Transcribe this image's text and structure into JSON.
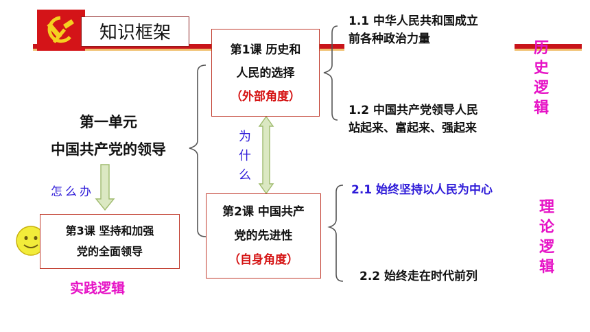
{
  "header": {
    "title": "知识框架"
  },
  "unit": {
    "line1": "第一单元",
    "line2": "中国共产党的领导"
  },
  "lesson1": {
    "line1": "第1课  历史和",
    "line2": "人民的选择",
    "angle": "（外部角度）"
  },
  "lesson2": {
    "line1": "第2课 中国共产",
    "line2": "党的先进性",
    "angle": "（自身角度）"
  },
  "lesson3": {
    "line1": "第3课 坚持和加强",
    "line2": "党的全面领导"
  },
  "topics": {
    "t11_line1": "1.1 中华人民共和国成立",
    "t11_line2": "前各种政治力量",
    "t12_line1": "1.2 中国共产党领导人民",
    "t12_line2": "站起来、富起来、强起来",
    "t21": "2.1 始终坚持以人民为中心",
    "t22": "2.2 始终走在时代前列"
  },
  "labels": {
    "why_1": "为",
    "why_2": "什",
    "why_3": "么",
    "how": "怎么办",
    "practice_logic": "实践逻辑",
    "hist_1": "历",
    "hist_2": "史",
    "hist_3": "逻",
    "hist_4": "辑",
    "theory_1": "理",
    "theory_2": "论",
    "theory_3": "逻",
    "theory_4": "辑"
  },
  "colors": {
    "accent_red": "#d51313",
    "magenta": "#e612c6",
    "blue_text": "#2e1bd8",
    "box_border": "#c0392b",
    "arrow_fill": "#dbe8c2",
    "arrow_stroke": "#9fbb6e"
  }
}
